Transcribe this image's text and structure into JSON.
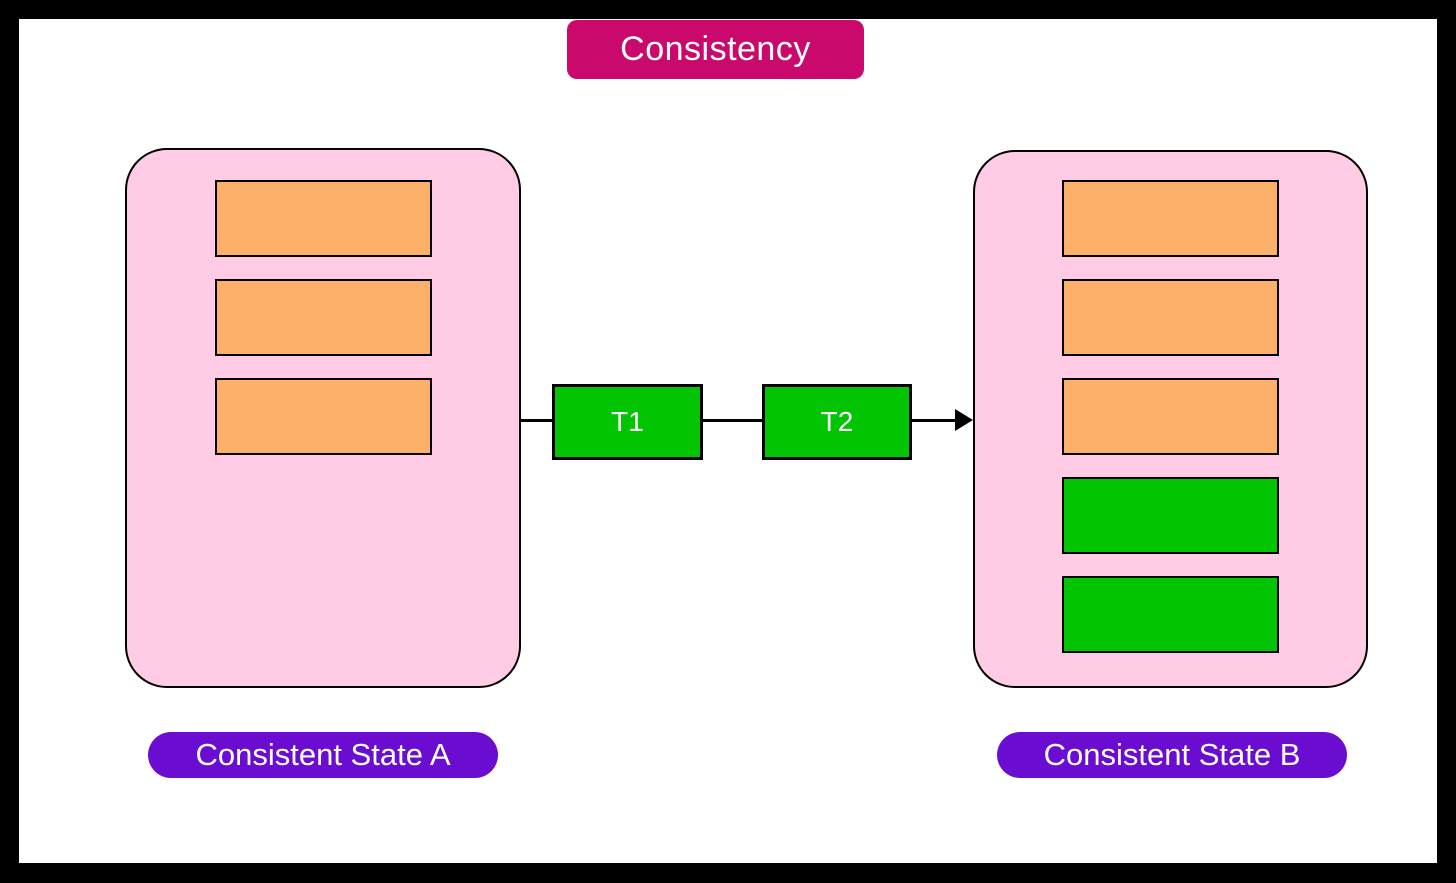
{
  "diagram": {
    "title": "Consistency",
    "transactions": [
      {
        "label": "T1"
      },
      {
        "label": "T2"
      }
    ],
    "state_a": {
      "label": "Consistent State A",
      "rows": [
        "orange",
        "orange",
        "orange"
      ]
    },
    "state_b": {
      "label": "Consistent State B",
      "rows": [
        "orange",
        "orange",
        "orange",
        "green",
        "green"
      ]
    },
    "colors": {
      "title_bg": "#c9096c",
      "label_bg": "#6a0dd0",
      "container_bg": "#ffcbe5",
      "row_orange": "#fdb069",
      "row_green": "#02c402",
      "stroke": "#000000",
      "text": "#ffffff"
    }
  }
}
